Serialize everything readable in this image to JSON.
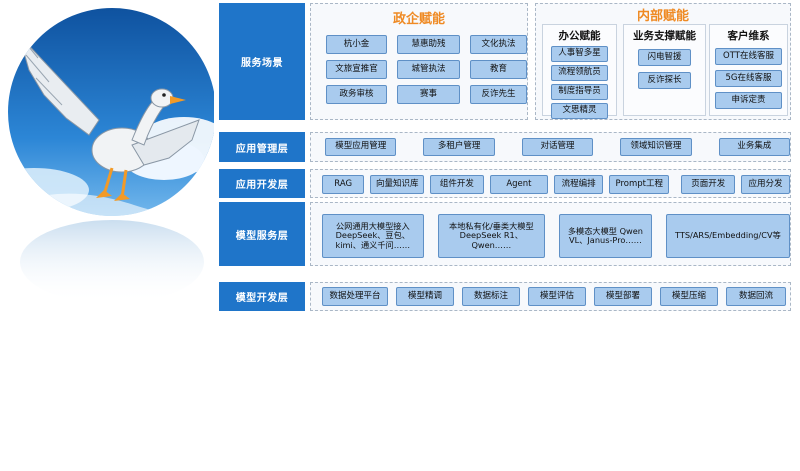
{
  "layers": [
    {
      "id": "service",
      "label": "服务场景"
    },
    {
      "id": "app_mgmt",
      "label": "应用管理层"
    },
    {
      "id": "app_dev",
      "label": "应用开发层"
    },
    {
      "id": "model_service",
      "label": "模型服务层"
    },
    {
      "id": "model_dev",
      "label": "模型开发层"
    }
  ],
  "service": {
    "gov": {
      "title": "政企赋能",
      "items": [
        "杭小金",
        "慧惠助残",
        "文化执法",
        "文旅宣推官",
        "城管执法",
        "教育",
        "政务审核",
        "赛事",
        "反诈先生"
      ]
    },
    "internal": {
      "title": "内部赋能",
      "groups": [
        {
          "title": "办公赋能",
          "items": [
            "人事智多星",
            "流程领航员",
            "制度指导员",
            "文思精灵"
          ]
        },
        {
          "title": "业务支撑赋能",
          "items": [
            "闪电智援",
            "反诈探长"
          ]
        },
        {
          "title": "客户维系",
          "items": [
            "OTT在线客服",
            "5G在线客服",
            "申诉定责"
          ]
        }
      ]
    }
  },
  "app_mgmt": {
    "items": [
      "模型应用管理",
      "多租户管理",
      "对话管理",
      "领域知识管理",
      "业务集成"
    ]
  },
  "app_dev": {
    "items": [
      "RAG",
      "向量知识库",
      "组件开发",
      "Agent",
      "流程编排",
      "Prompt工程",
      "页面开发",
      "应用分发"
    ]
  },
  "model_service": {
    "items": [
      "公网通用大模型接入 DeepSeek、豆包、kimi、通义千问……",
      "本地私有化/垂类大模型 DeepSeek R1、Qwen……",
      "多模态大模型 Qwen VL、Janus-Pro……",
      "TTS/ARS/Embedding/CV等"
    ]
  },
  "model_dev": {
    "items": [
      "数据处理平台",
      "模型精调",
      "数据标注",
      "模型评估",
      "模型部署",
      "模型压缩",
      "数据回流"
    ]
  },
  "colors": {
    "layer_label": "#1f75c9",
    "chip": "#a9cbee",
    "accent_orange": "#ef8a23"
  }
}
